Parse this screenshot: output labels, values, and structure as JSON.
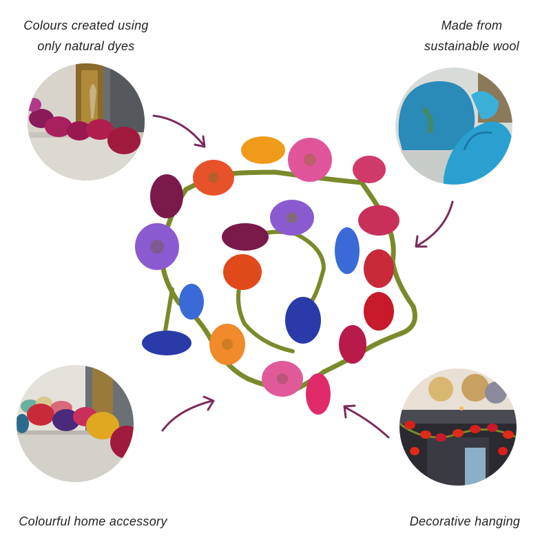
{
  "captions": {
    "top_left_line1": "Colours created using",
    "top_left_line2": "only natural dyes",
    "top_right_line1": "Made from",
    "top_right_line2": "sustainable wool",
    "bottom_left": "Colourful home accessory",
    "bottom_right": "Decorative hanging"
  },
  "colors": {
    "arrow": "#7a2a5a",
    "stem": "#7a8a2a",
    "background": "#ffffff"
  },
  "flower_colors": [
    "#e8522a",
    "#f09a1a",
    "#e0559a",
    "#c8305a",
    "#7a1a4a",
    "#8a5ad0",
    "#3a6ad8",
    "#e04a1a",
    "#c82a3a",
    "#d03a6a",
    "#2a3aa8",
    "#f08a2a"
  ]
}
